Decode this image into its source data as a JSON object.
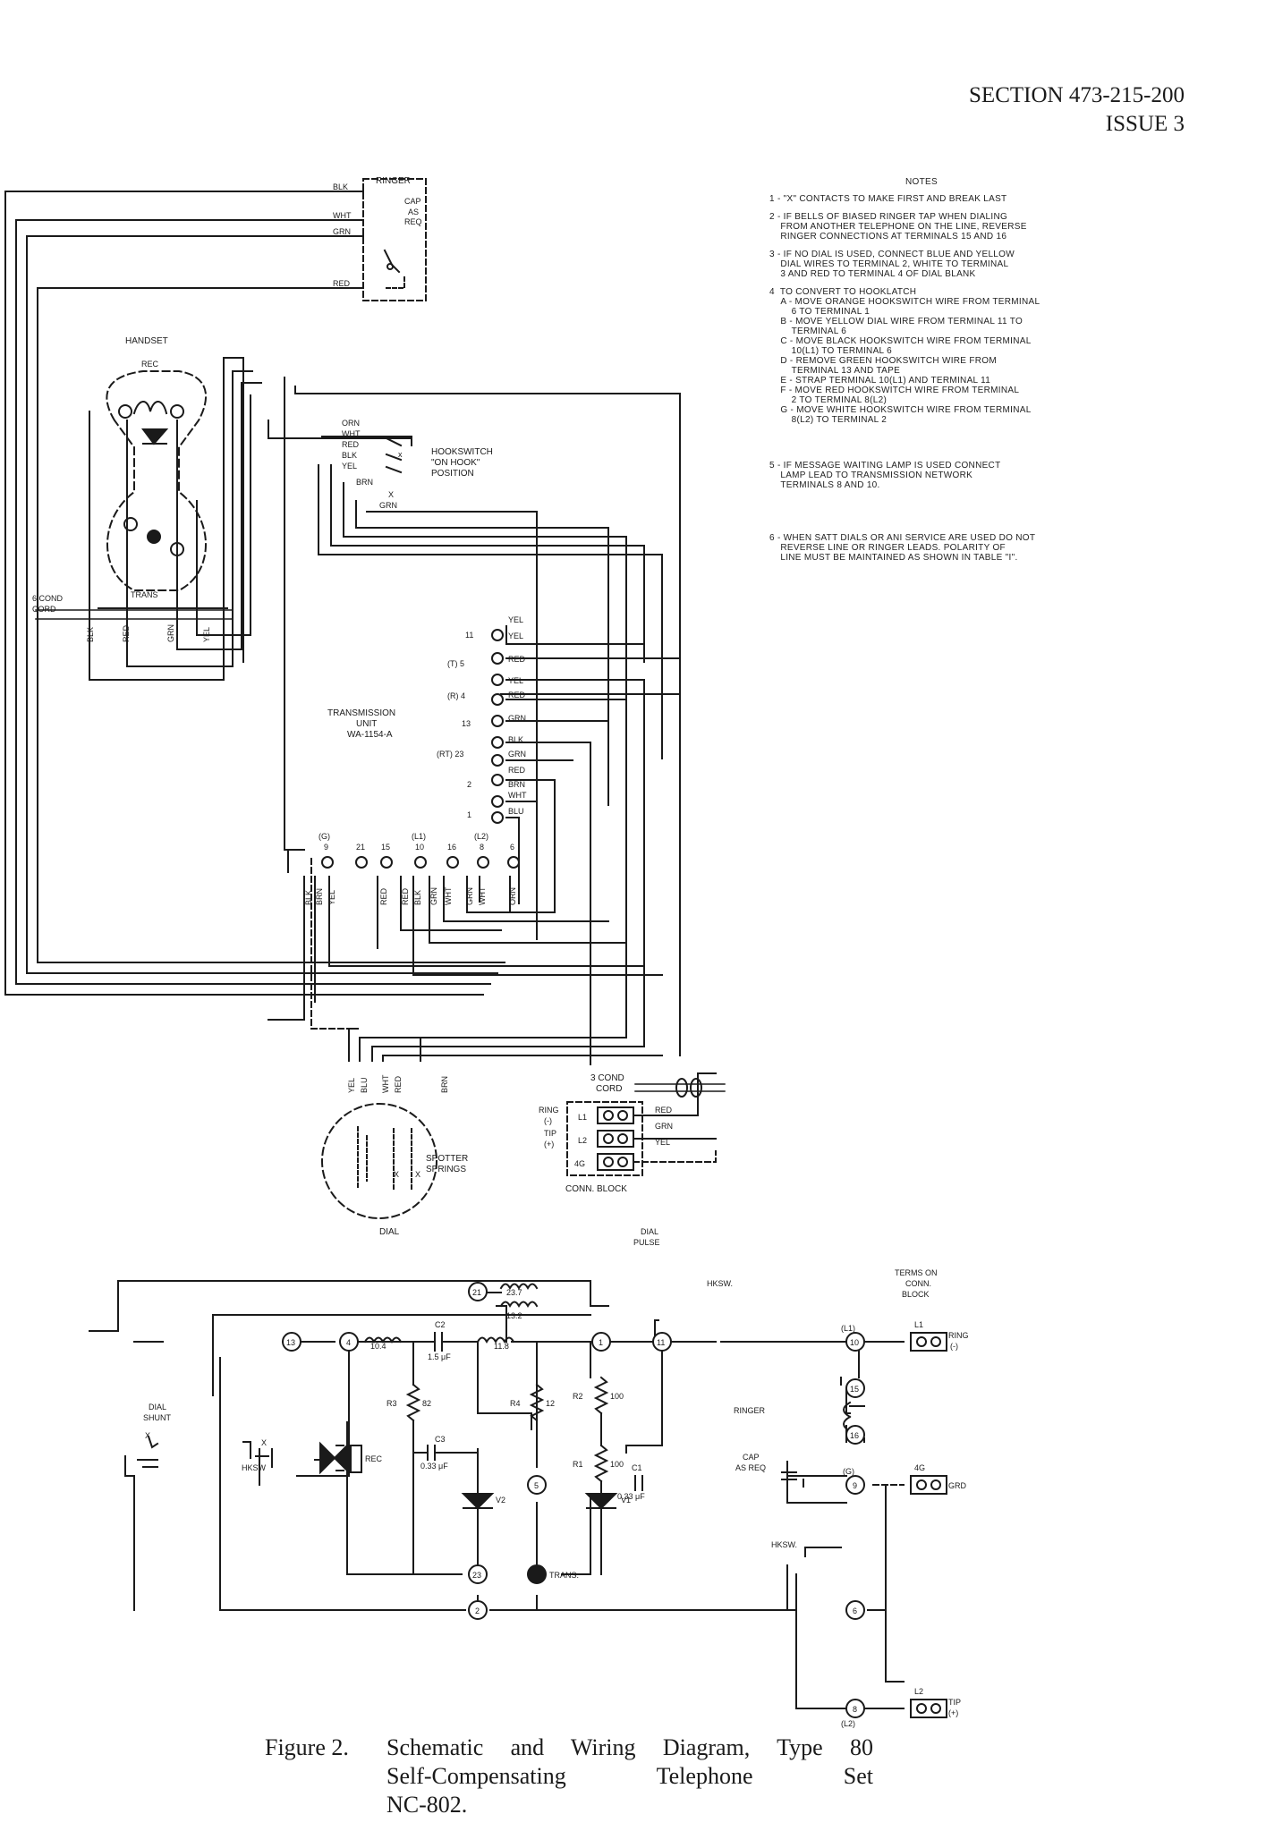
{
  "header": {
    "section": "SECTION 473-215-200",
    "issue": "ISSUE 3"
  },
  "notes": {
    "title": "NOTES",
    "items": [
      "1 - \"X\" CONTACTS TO MAKE FIRST AND BREAK LAST",
      "2 - IF BELLS OF BIASED RINGER TAP WHEN DIALING\n    FROM ANOTHER TELEPHONE ON THE LINE, REVERSE\n    RINGER CONNECTIONS AT TERMINALS 15 AND 16",
      "3 - IF NO DIAL IS USED, CONNECT BLUE AND YELLOW\n    DIAL WIRES TO TERMINAL 2, WHITE TO TERMINAL\n    3 AND RED TO TERMINAL 4 OF DIAL BLANK",
      "4  TO CONVERT TO HOOKLATCH\n    A - MOVE ORANGE HOOKSWITCH WIRE FROM TERMINAL\n        6 TO TERMINAL 1\n    B - MOVE YELLOW DIAL WIRE FROM TERMINAL 11 TO\n        TERMINAL 6\n    C - MOVE BLACK HOOKSWITCH WIRE FROM TERMINAL\n        10(L1) TO TERMINAL 6\n    D - REMOVE GREEN HOOKSWITCH WIRE FROM\n        TERMINAL 13 AND TAPE\n    E - STRAP TERMINAL 10(L1) AND TERMINAL 11\n    F - MOVE RED HOOKSWITCH WIRE FROM TERMINAL\n        2 TO TERMINAL 8(L2)\n    G - MOVE WHITE HOOKSWITCH WIRE FROM TERMINAL\n        8(L2) TO TERMINAL 2",
      "5 - IF MESSAGE WAITING LAMP IS USED CONNECT\n    LAMP LEAD TO TRANSMISSION NETWORK\n    TERMINALS 8 AND 10.",
      "6 - WHEN SATT DIALS OR ANI SERVICE ARE USED DO NOT\n    REVERSE LINE OR RINGER LEADS. POLARITY OF\n    LINE MUST BE MAINTAINED AS SHOWN IN TABLE \"I\"."
    ]
  },
  "wiring": {
    "ringer": "RINGER",
    "cap_as_req": [
      "CAP",
      "AS",
      "REQ"
    ],
    "handset": "HANDSET",
    "rec": "REC",
    "trans": "TRANS",
    "cord6": [
      "6 COND",
      "CORD"
    ],
    "hookswitch": [
      "HOOKSWITCH",
      "\"ON HOOK\"",
      "POSITION"
    ],
    "tu": [
      "TRANSMISSION",
      "UNIT",
      "WA-1154-A"
    ],
    "left_terms": [
      "11",
      "(T) 5",
      "(R) 4",
      "13",
      "(RT) 23",
      "2",
      "1"
    ],
    "bottom_terms": [
      {
        "top": "(G)",
        "num": "9"
      },
      {
        "top": "",
        "num": "21"
      },
      {
        "top": "",
        "num": "15"
      },
      {
        "top": "(L1)",
        "num": "10"
      },
      {
        "top": "",
        "num": "16"
      },
      {
        "top": "(L2)",
        "num": "8"
      },
      {
        "top": "",
        "num": "6"
      }
    ],
    "cord3": [
      "3 COND",
      "CORD"
    ],
    "ring": [
      "RING",
      "(-)"
    ],
    "tip": [
      "TIP",
      "(+)"
    ],
    "block_terms": [
      "L1",
      "L2",
      "4G"
    ],
    "conn_block": "CONN. BLOCK",
    "spotter": [
      "SPOTTER",
      "SPRINGS"
    ],
    "dial": "DIAL"
  },
  "colors_wire": {
    "ringer_left": [
      "BLK",
      "WHT",
      "GRN",
      "RED"
    ],
    "hs_top": [
      "ORN",
      "WHT",
      "RED",
      "BLK",
      "YEL",
      "BRN",
      "GRN"
    ],
    "hs_x": "X",
    "handset_cord": [
      "BLK",
      "RED",
      "GRN",
      "YEL"
    ],
    "tu_right": [
      "YEL",
      "YEL",
      "RED",
      "YEL",
      "RED",
      "GRN",
      "BLK",
      "GRN",
      "RED",
      "BRN",
      "WHT",
      "BLU"
    ],
    "bottom_vert": [
      "BLK",
      "BRN",
      "YEL",
      "RED",
      "RED",
      "BLK",
      "GRN",
      "WHT",
      "GRN",
      "WHT",
      "ORN"
    ],
    "dial_vert": [
      "YEL",
      "BLU",
      "WHT",
      "RED",
      "BRN"
    ],
    "block_wires": [
      "RED",
      "GRN",
      "YEL"
    ],
    "dial_x": [
      "X",
      "X"
    ]
  },
  "schematic": {
    "dial_pulse": [
      "DIAL",
      "PULSE"
    ],
    "hksw": "HKSW.",
    "terms_on": [
      "TERMS ON",
      "CONN.",
      "BLOCK"
    ],
    "nodes": [
      "21",
      "13",
      "4",
      "1",
      "11",
      "10",
      "15",
      "16",
      "9",
      "6",
      "8",
      "5",
      "23",
      "2"
    ],
    "l1_label": "(L1)",
    "g_label": "(G)",
    "l2_label": "(L2)",
    "ring_term": {
      "block": "L1",
      "name": "RING",
      "pol": "(-)"
    },
    "grd_term": {
      "block": "4G",
      "name": "GRD"
    },
    "tip_term": {
      "block": "L2",
      "name": "TIP",
      "pol": "(+)"
    },
    "inductors": [
      "23.7",
      "13.2",
      "10.4",
      "11.8"
    ],
    "c2": [
      "C2",
      "1.5 μF"
    ],
    "c3": [
      "C3",
      "0.33 μF"
    ],
    "c1": [
      "C1",
      "0.33 μF"
    ],
    "r3": [
      "R3",
      "82"
    ],
    "r4": [
      "R4",
      "12"
    ],
    "r2": [
      "R2",
      "100"
    ],
    "r1": [
      "R1",
      "100"
    ],
    "v1": "V1",
    "v2": "V2",
    "rec": "REC",
    "trans_node": "TRANS.",
    "dial_shunt": [
      "DIAL",
      "SHUNT"
    ],
    "x": "X",
    "hksw_left": "HKSW",
    "ringer": "RINGER",
    "cap_as_req": [
      "CAP",
      "AS REQ"
    ],
    "hksw_low": "HKSW."
  },
  "caption": {
    "number": "Figure 2.",
    "lines": [
      "Schematic and Wiring Diagram, Type 80",
      "Self-Compensating  Telephone  Set",
      "NC-802."
    ]
  }
}
